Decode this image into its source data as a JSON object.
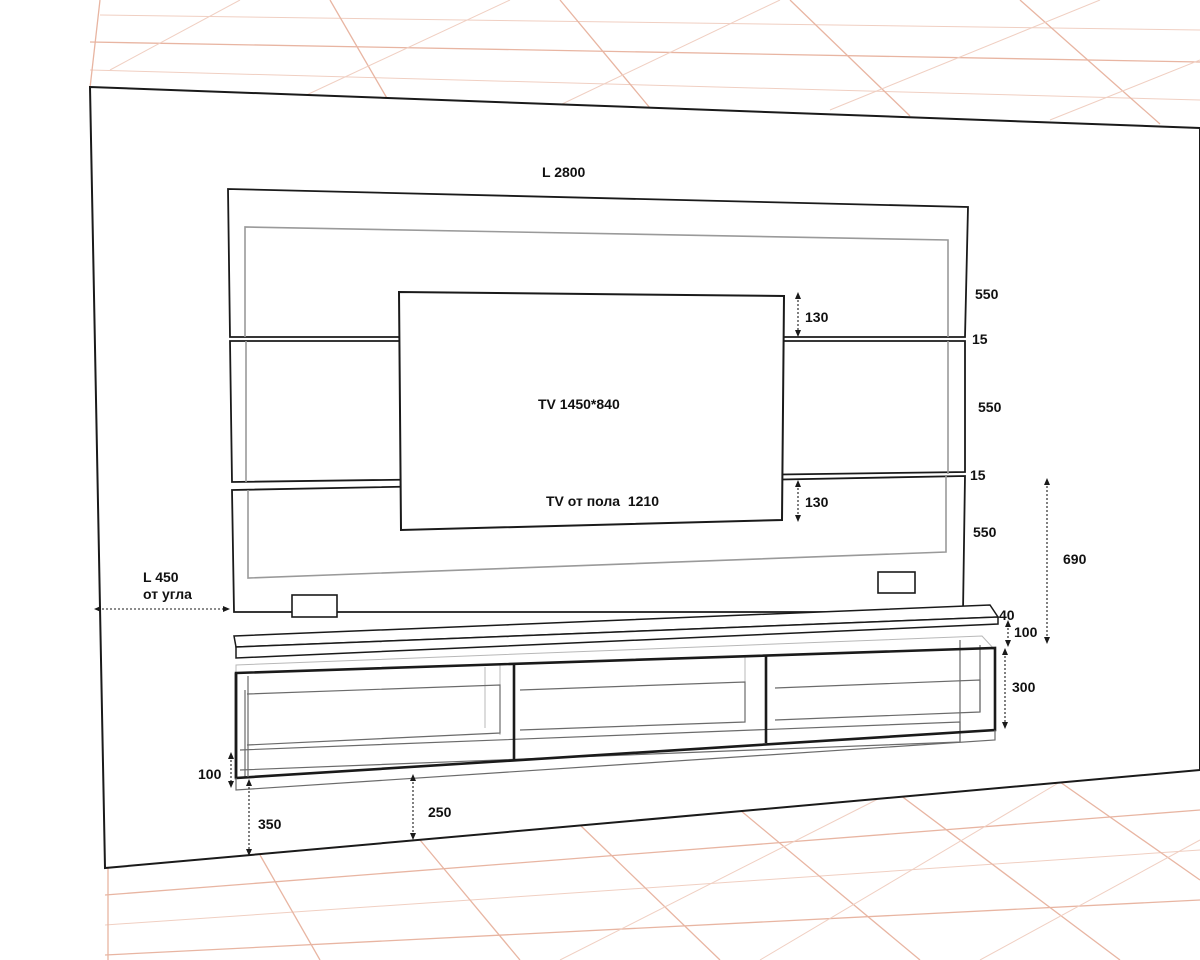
{
  "diagram": {
    "labels": {
      "total_width": "L 2800",
      "panel_top_height": "550",
      "gap_top": "15",
      "panel_mid_height": "550",
      "gap_bottom": "15",
      "panel_bottom_height": "550",
      "tv_top_offset": "130",
      "tv_bottom_offset": "130",
      "tv_size": "TV 1450*840",
      "tv_from_floor": "TV от пола  1210",
      "wall_offset_line1": "L 450",
      "wall_offset_line2": "от угла",
      "shelf_thickness": "40",
      "shelf_gap": "100",
      "cabinet_height": "300",
      "cabinet_bottom_inset": "100",
      "cabinet_from_floor": "350",
      "cabinet_base_from_floor": "250",
      "right_total_height": "690"
    }
  }
}
